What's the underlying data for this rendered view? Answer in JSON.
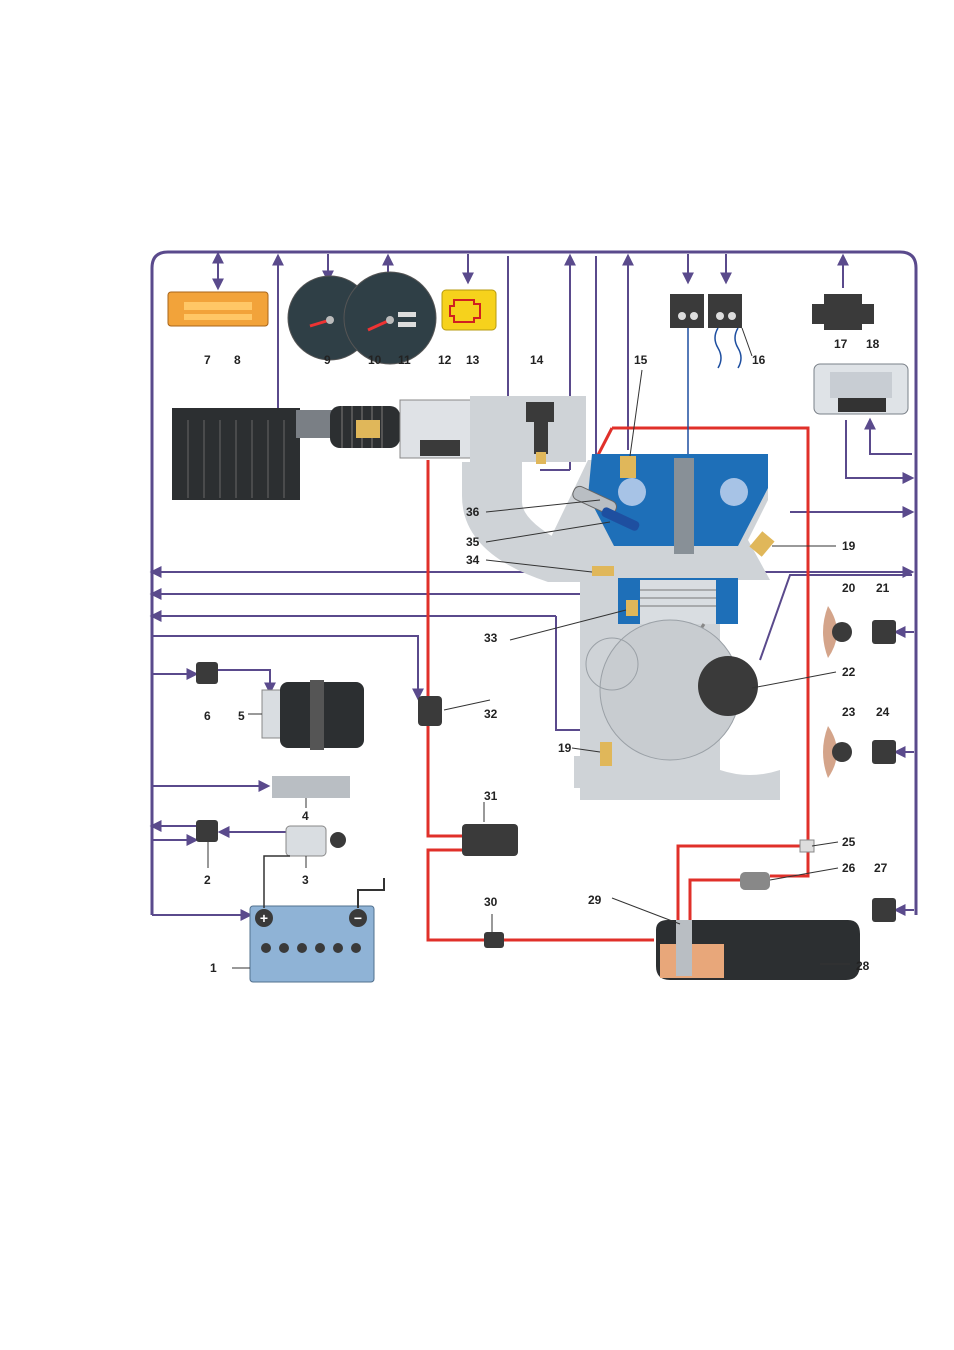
{
  "colors": {
    "bus": "#5a4a8c",
    "fuel": "#e0302a",
    "engine_body": "#cfd3d7",
    "coolant": "#1e6fb8",
    "ecu_connector": "#f2a33a",
    "warning_lamp": "#f6d21c",
    "battery": "#8fb3d6",
    "fuel_in_tank": "#e8a77a"
  },
  "labels": {
    "c1": "1",
    "c2": "2",
    "c3": "3",
    "c4": "4",
    "c5": "5",
    "c6": "6",
    "c7": "7",
    "c8": "8",
    "c9": "9",
    "c10": "10",
    "c11": "11",
    "c12": "12",
    "c13": "13",
    "c14": "14",
    "c15": "15",
    "c16": "16",
    "c17": "17",
    "c18": "18",
    "c19": "19",
    "c19b": "19",
    "c20": "20",
    "c21": "21",
    "c22": "22",
    "c23": "23",
    "c24": "24",
    "c25": "25",
    "c26": "26",
    "c27": "27",
    "c28": "28",
    "c29": "29",
    "c30": "30",
    "c31": "31",
    "c32": "32",
    "c33": "33",
    "c34": "34",
    "c35": "35",
    "c36": "36"
  },
  "battery": {
    "plus": "+",
    "minus": "−"
  }
}
